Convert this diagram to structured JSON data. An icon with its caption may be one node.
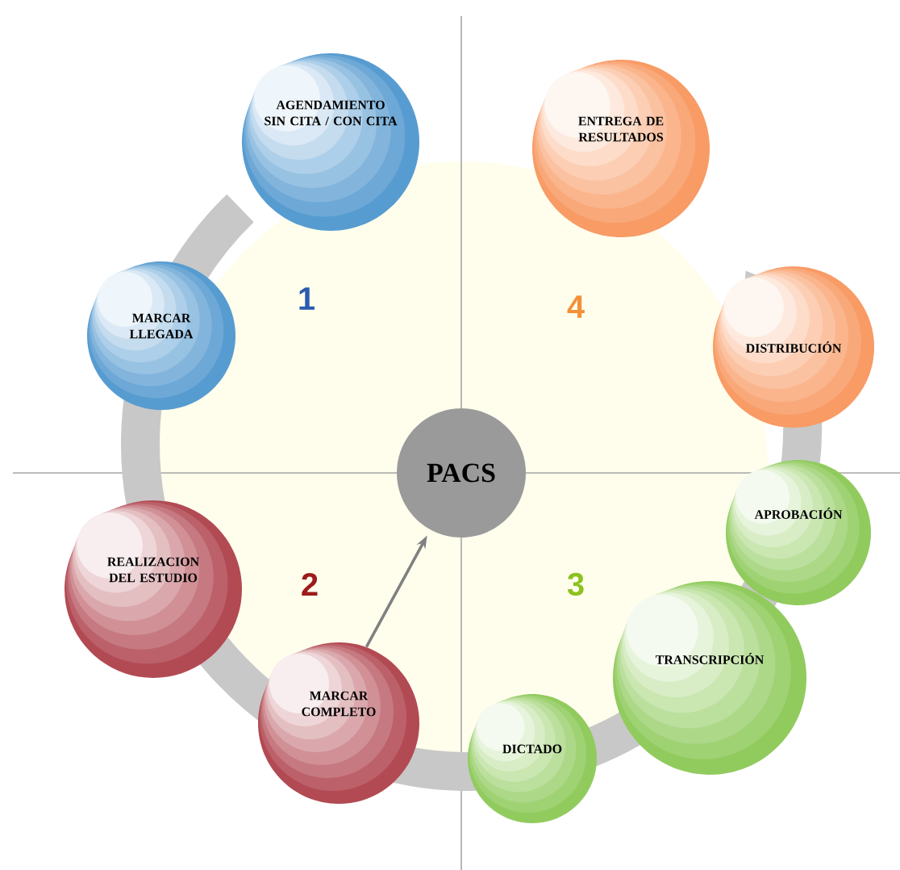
{
  "diagram": {
    "nodes": [
      {
        "text": [
          "AGENDAMIENTO SIN CITA / CON CITA"
        ]
      },
      {
        "text": [
          "ENTREGA DE RESULTADOS"
        ]
      },
      {
        "text": [
          "MARCAR LLEGADA"
        ]
      },
      {
        "text": [
          "DISTRIBUCIÓN"
        ]
      },
      {
        "text": [
          "PACS"
        ]
      },
      {
        "text": [
          "APROBACIÓN"
        ]
      },
      {
        "text": [
          "REALIZACION DEL ESTUDIO"
        ]
      },
      {
        "text": [
          "TRANSCRIPCIÓN"
        ]
      },
      {
        "text": [
          "MARCAR COMPLETO"
        ]
      },
      {
        "text": [
          "DICTADO"
        ]
      }
    ],
    "edges": [
      {
        "from": 8,
        "to": 4,
        "arrow": "to"
      }
    ],
    "labels": [
      "1",
      "4",
      "2",
      "3"
    ]
  }
}
